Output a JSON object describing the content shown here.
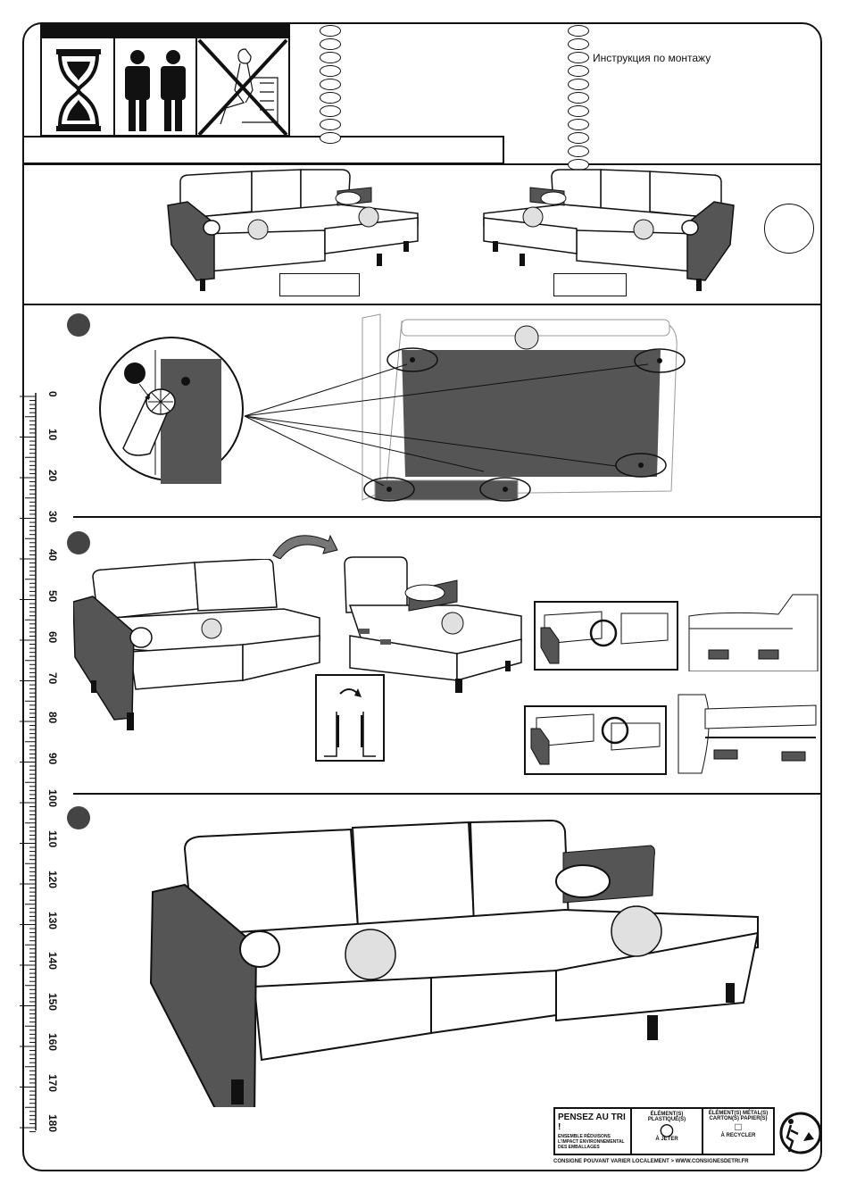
{
  "header": {
    "instruction_title": "Инструкция по монтажу"
  },
  "icons": {
    "time": "hourglass-icon",
    "people": "two-persons-icon",
    "no_single": "no-single-person-icon"
  },
  "ruler": {
    "labels": [
      "0",
      "10",
      "20",
      "30",
      "40",
      "50",
      "60",
      "70",
      "80",
      "90",
      "100",
      "110",
      "120",
      "130",
      "140",
      "150",
      "160",
      "170",
      "180"
    ]
  },
  "recycling": {
    "title": "PENSEZ AU TRI !",
    "subtitle": "ENSEMBLE RÉDUISONS L'IMPACT ENVIRONNEMENTAL DES EMBALLAGES",
    "col1_title": "ÉLÉMENT(S) PLASTIQUE(S)",
    "col1_action": "À JETER",
    "col2_title": "ÉLÉMENT(S) MÉTAL(S) CARTON(S) PAPIER(S)",
    "col2_action": "À RECYCLER",
    "footer": "CONSIGNE POUVANT VARIER LOCALEMENT > WWW.CONSIGNESDETRI.FR"
  },
  "colors": {
    "dark_panel": "#555555",
    "step_badge": "#444444",
    "cushion_circle": "#e0e0e0"
  }
}
